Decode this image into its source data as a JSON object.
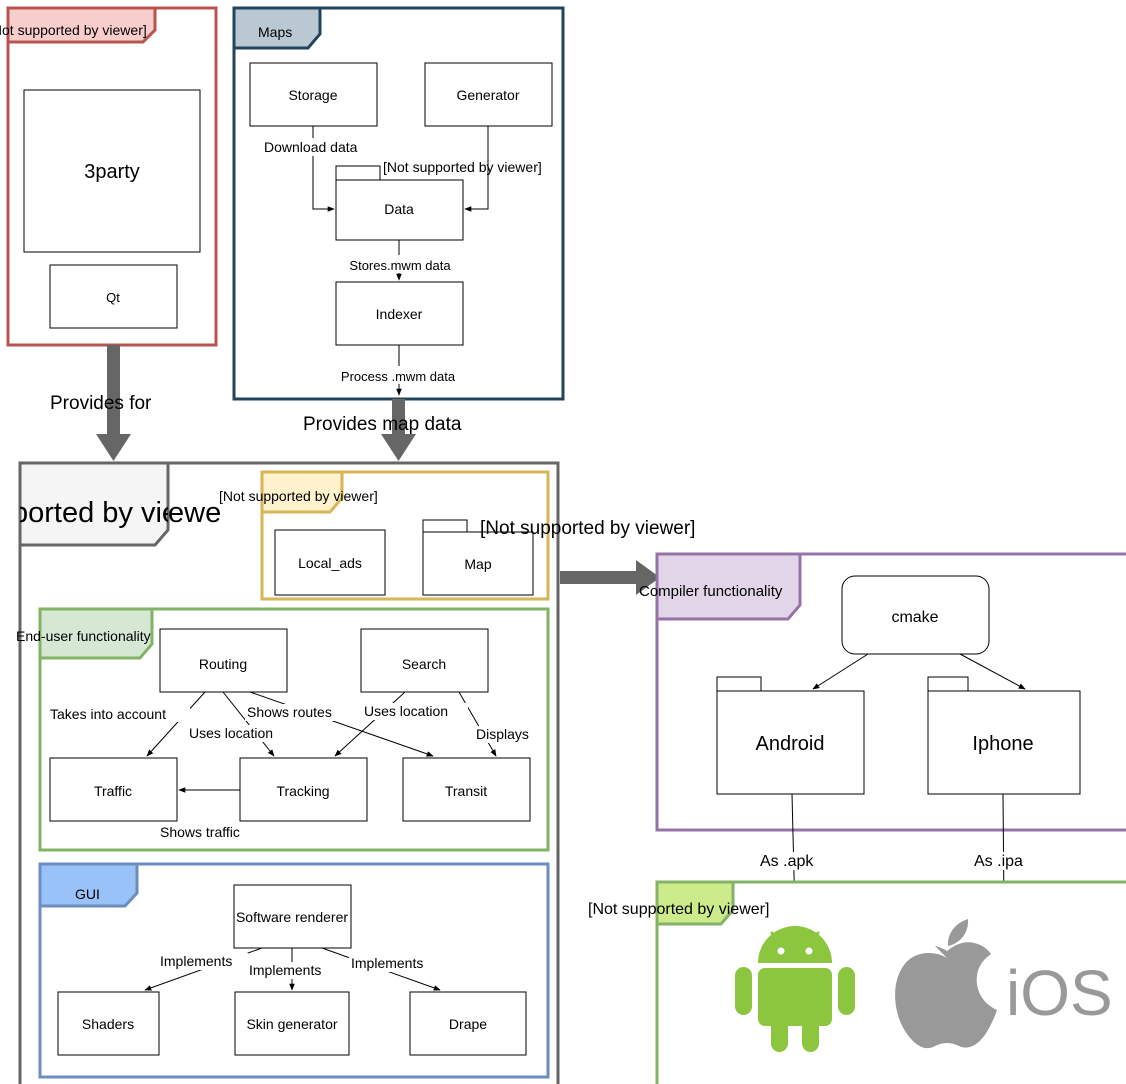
{
  "frames": {
    "third_party": {
      "tab": "[Not supported by viewer]",
      "colors": {
        "border": "#b85450",
        "tab": "#f8cecc"
      }
    },
    "maps": {
      "tab": "Maps",
      "colors": {
        "border": "#23445d",
        "tab": "#bac8d3"
      }
    },
    "core": {
      "tab": "[Not supported by viewer]",
      "colors": {
        "border": "#666666",
        "tab": "#f5f5f5"
      }
    },
    "inner_maps": {
      "tab": "[Not supported by viewer]",
      "colors": {
        "border": "#d6b656",
        "tab": "#fff2cc"
      }
    },
    "end_user": {
      "tab": "End-user functionality",
      "colors": {
        "border": "#82b366",
        "tab": "#d5e8d4"
      }
    },
    "gui": {
      "tab": "GUI",
      "colors": {
        "border": "#6c8ebf",
        "tab": "#99c2f8"
      }
    },
    "compiler": {
      "tab": "Compiler functionality",
      "colors": {
        "border": "#9673a6",
        "tab": "#e1d5e7"
      }
    },
    "platforms": {
      "tab": "[Not supported by viewer]",
      "colors": {
        "border": "#82b366",
        "tab": "#cdeb8b"
      }
    }
  },
  "boxes": {
    "party3": "3party",
    "qt": "Qt",
    "storage": "Storage",
    "generator": "Generator",
    "data": "Data",
    "data_tab_label": "[Not supported by viewer]",
    "indexer": "Indexer",
    "local_ads": "Local_ads",
    "map": "Map",
    "map_tab_label": "[Not supported by viewer]",
    "routing": "Routing",
    "search": "Search",
    "traffic": "Traffic",
    "tracking": "Tracking",
    "transit": "Transit",
    "software_renderer": "Software renderer",
    "shaders": "Shaders",
    "skin_generator": "Skin generator",
    "drape": "Drape",
    "cmake": "cmake",
    "android": "Android",
    "iphone": "Iphone"
  },
  "edge_labels": {
    "download_data": "Download data",
    "stores_mwm": "Stores.mwm data",
    "process_mwm": "Process .mwm data",
    "provides_for": "Provides for",
    "provides_map_data": "Provides map data",
    "takes_into_account": "Takes into account",
    "uses_location_1": "Uses location",
    "shows_routes": "Shows routes",
    "uses_location_2": "Uses location",
    "displays": "Displays",
    "shows_traffic": "Shows traffic",
    "implements_1": "Implements",
    "implements_2": "Implements",
    "implements_3": "Implements",
    "as_apk": "As .apk",
    "as_ipa": "As .ipa"
  },
  "logos": {
    "android_icon": "android-robot",
    "ios_text": "iOS",
    "colors": {
      "android": "#8cc63f",
      "apple": "#999999"
    }
  }
}
